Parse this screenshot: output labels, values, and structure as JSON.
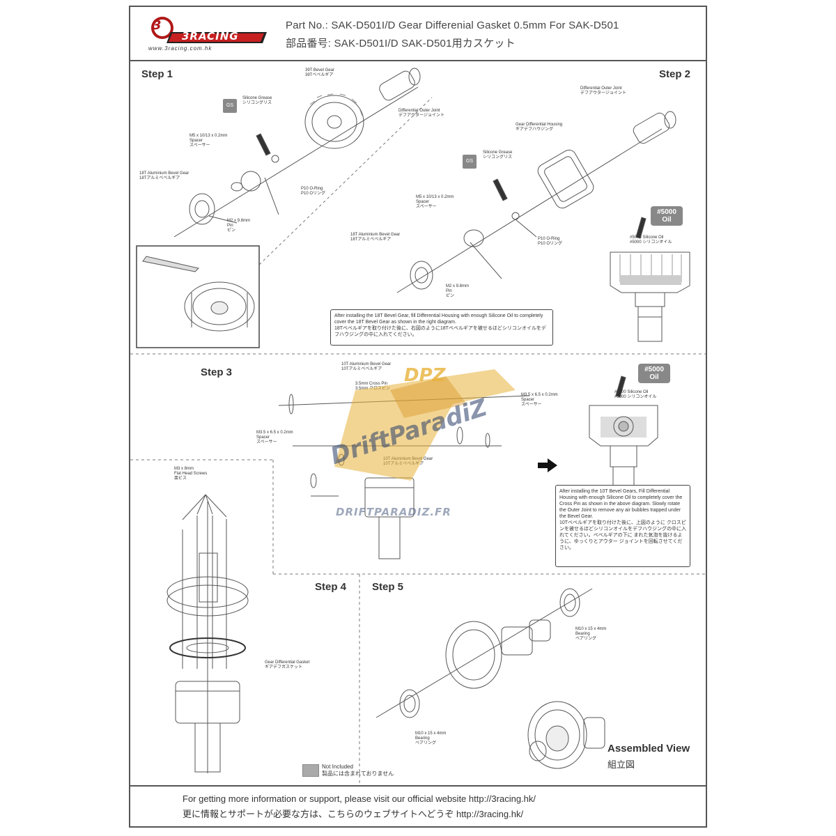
{
  "header": {
    "logo_text": "3RACING",
    "logo_badge": "3",
    "logo_url": "www.3racing.com.hk",
    "title_en": "Part No.: SAK-D501I/D  Gear Differenial Gasket 0.5mm For SAK-D501",
    "title_jp": "部品番号: SAK-D501I/D  SAK-D501用カスケット"
  },
  "steps": {
    "step1": "Step 1",
    "step2": "Step 2",
    "step3": "Step 3",
    "step4": "Step 4",
    "step5": "Step 5"
  },
  "parts": {
    "s1_bevel39": "39T Bevel Gear\n39Tベベルギア",
    "s1_outer_joint": "Differential Outer Joint\nデフアウタージョイント",
    "s1_spacer": "M5 x 10/13 x 0.2mm\nSpacer\nスペーサー",
    "s1_bevel18": "18T Aluminium Bevel Gear\n18Tアルミベベルギア",
    "s1_oring": "P10 O-Ring\nP10 Oリング",
    "s1_pin": "M2 x 9.8mm\nPin\nピン",
    "s2_outer_joint": "Differential Outer Joint\nデフアウタージョイント",
    "s2_housing": "Gear Differential Housing\nギアデフハウジング",
    "s2_spacer": "M5 x 10/13 x 0.2mm\nSpacer\nスペーサー",
    "s2_bevel18": "18T Aluminium Bevel Gear\n18Tアルミベベルギア",
    "s2_oring": "P10 O-Ring\nP10 Oリング",
    "s2_pin": "M2 x 9.8mm\nPin\nピン",
    "s3_bevel10": "10T Aluminium Bevel Gear\n10Tアルミベベルギア",
    "s3_crosspin": "3.5mm Cross Pin\n3.5mm クロスピン",
    "s3_spacer_r": "M3.5 x 6.5 x 0.2mm\nSpacer\nスペーサー",
    "s3_spacer_l": "M3.5 x 6.5 x 0.2mm\nSpacer\nスペーサー",
    "s3_bevel10b": "10T Aluminium Bevel Gear\n10Tアルミベベルギア",
    "s4_screws": "M3 x 8mm\nFlat Head Screws\n皿ビス",
    "s4_gasket": "Gear Differential Gasket\nギアデフガスケット",
    "s5_bearing_r": "M10 x 15 x 4mm\nBearing\nベアリング",
    "s5_bearing_l": "M10 x 15 x 4mm\nBearing\nベアリング",
    "gs_label": "GS",
    "grease_note": "Silicone Grease\nシリコングリス"
  },
  "oil": {
    "badge": "#5000\nOil",
    "caption": "#5000 Silicone Oil\n#5000 シリコンオイル"
  },
  "notes": {
    "note_step2": "After installing the 18T Bevel Gear, fill Differential Housing with enough Silicone Oil to completely cover the 18T Bevel Gear as shown in the right diagram.\n18Tベベルギアを取り付けた後に、右図のように18Tベベルギアを被せるほどシリコンオイルをデフハウジングの中に入れてください。",
    "note_step3": "After installing the 10T Bevel Gears, Fill Differential Housing with enough Silicone Oil to completely cover the Cross Pin as shown in the above diagram. Slowly rotate the Outer Joint to remove any air bubbles trapped under the Bevel Gear.\n10Tベベルギアを取り付けた後に、上図のように クロスピンを被せるほどシリコンオイルをデフハウジングの中に入れてください。ベベルギアの下に まれた気泡を抜けるように、ゆっくりとアウター ジョイントを回転させてください。"
  },
  "watermark": {
    "main": "DriftParadiZ",
    "badge": "DPZ",
    "url": "DRIFTPARADIZ.FR"
  },
  "assembled": {
    "en": "Assembled View",
    "jp": "組立図"
  },
  "legend": {
    "not_included": "Not Included\n製品には含まれておりません"
  },
  "footer": {
    "line_en": "For getting more information or support, please visit our official website  http://3racing.hk/",
    "line_jp": "更に情報とサポートが必要な方は、こちらのウェブサイトへどうぞ  http://3racing.hk/"
  },
  "colors": {
    "logo_red": "#b01818",
    "watermark_yellow": "#e8b23a",
    "watermark_blue": "#2b3f6a",
    "oil_badge": "#888888"
  }
}
